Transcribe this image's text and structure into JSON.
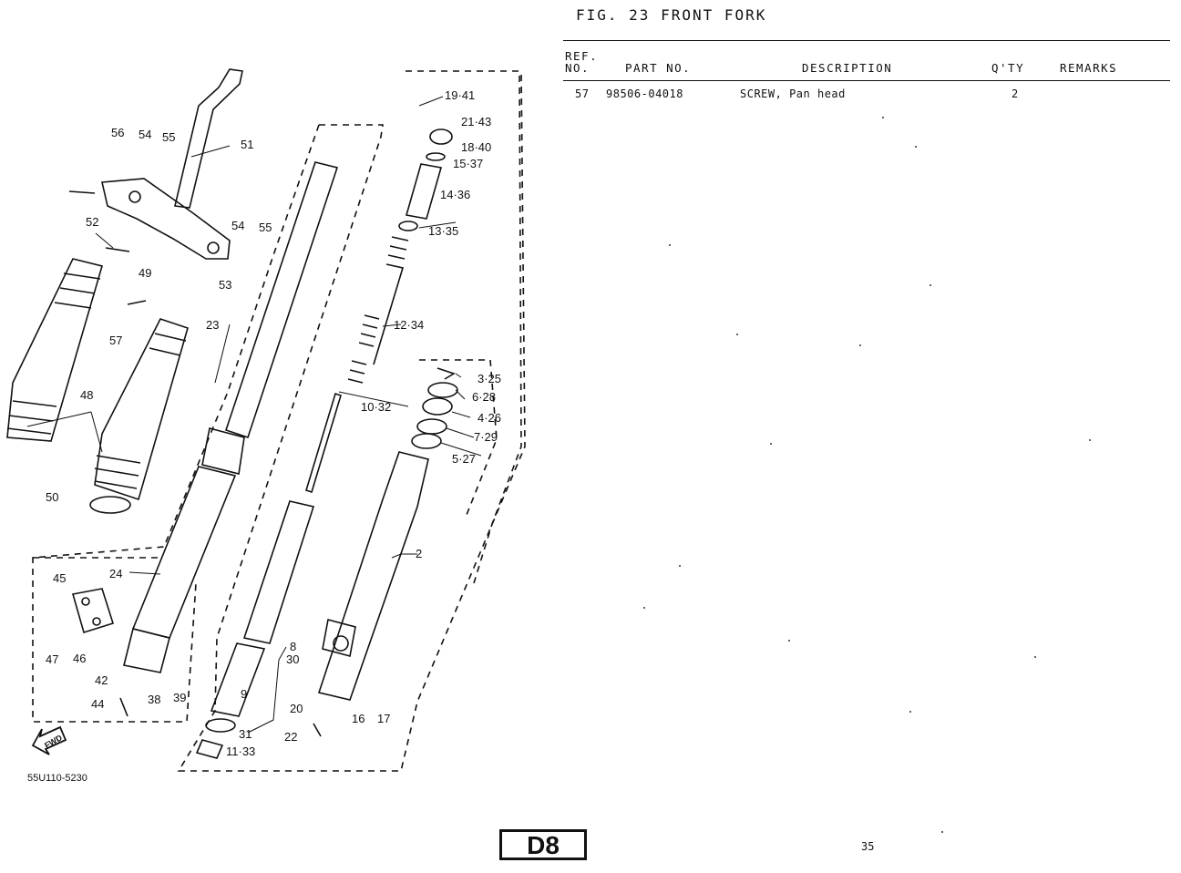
{
  "figure": {
    "title": "FIG. 23  FRONT FORK"
  },
  "table": {
    "headers": {
      "ref_line1": "REF.",
      "ref_line2": "NO.",
      "part_no": "PART NO.",
      "description": "DESCRIPTION",
      "qty": "Q'TY",
      "remarks": "REMARKS"
    },
    "rows": [
      {
        "ref": "57",
        "part_no": "98506-04018",
        "description": "SCREW, Pan head",
        "qty": "2",
        "remarks": ""
      }
    ]
  },
  "diagram": {
    "code": "55U110-5230",
    "fwd_label": "FWD",
    "callouts": [
      "56",
      "54",
      "55",
      "51",
      "52",
      "54",
      "55",
      "53",
      "49",
      "57",
      "23",
      "48",
      "50",
      "24",
      "45",
      "47",
      "46",
      "42",
      "38",
      "39",
      "44",
      "8",
      "30",
      "9",
      "31",
      "11·33",
      "20",
      "22",
      "16",
      "17",
      "19·41",
      "21·43",
      "18·40",
      "15·37",
      "14·36",
      "13·35",
      "12·34",
      "10·32",
      "3·25",
      "6·28",
      "4·26",
      "7·29",
      "5·27",
      "2"
    ]
  },
  "footer": {
    "section_code": "D8",
    "page_number": "35"
  }
}
